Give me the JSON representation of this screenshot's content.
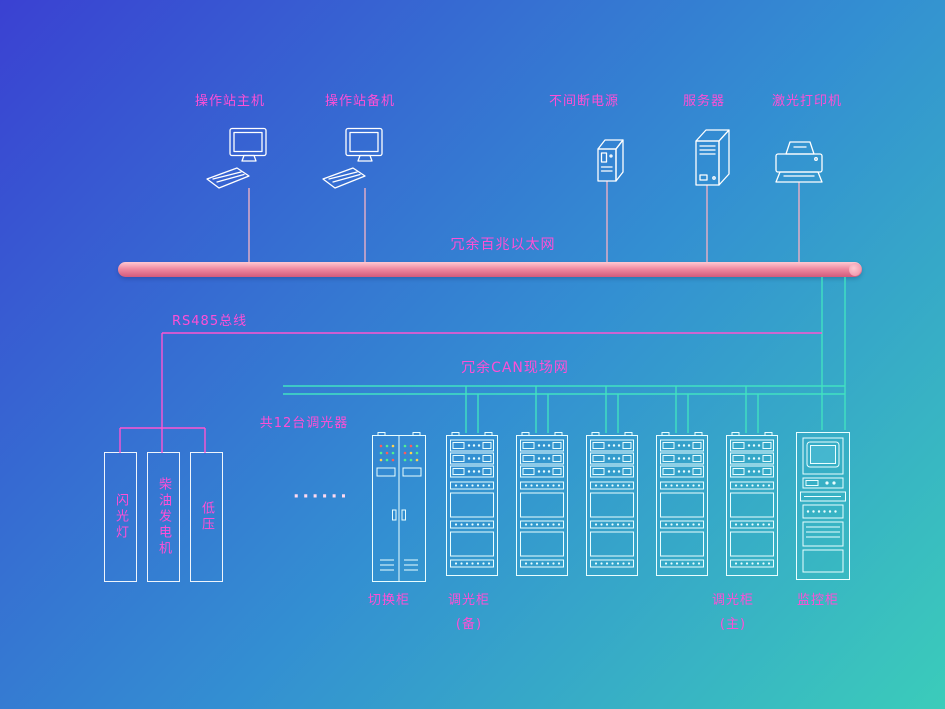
{
  "diagram": {
    "top_devices": [
      {
        "id": "operator-station-main",
        "label": "操作站主机",
        "icon": "workstation-icon"
      },
      {
        "id": "operator-station-backup",
        "label": "操作站备机",
        "icon": "workstation-icon"
      },
      {
        "id": "ups",
        "label": "不间断电源",
        "icon": "ups-icon"
      },
      {
        "id": "server",
        "label": "服务器",
        "icon": "server-icon"
      },
      {
        "id": "laser-printer",
        "label": "激光打印机",
        "icon": "printer-icon"
      }
    ],
    "buses": {
      "ethernet": "冗余百兆以太网",
      "rs485": "RS485总线",
      "can": "冗余CAN现场网"
    },
    "annotations": {
      "dimmer_count": "共12台调光器",
      "ellipsis": "······"
    },
    "left_panels": [
      "闪光灯",
      "柴油发电机",
      "低压"
    ],
    "cabinets": [
      {
        "label": "切换柜",
        "sublabel": ""
      },
      {
        "label": "调光柜",
        "sublabel": "(备)"
      },
      {
        "label": "",
        "sublabel": ""
      },
      {
        "label": "",
        "sublabel": ""
      },
      {
        "label": "",
        "sublabel": ""
      },
      {
        "label": "调光柜",
        "sublabel": "(主)"
      },
      {
        "label": "监控柜",
        "sublabel": ""
      }
    ],
    "colors": {
      "bg_top_left": "#3a41d2",
      "bg_mid": "#338fd2",
      "bg_bottom_right": "#3bccba",
      "label": "#ff4fd6",
      "device_line": "#eab0c6",
      "rs485_line": "#ff55d2",
      "can_line": "#41e2c1",
      "bus_hi": "#ffc9d2",
      "bus_mid": "#ef8ba2",
      "bus_lo": "#d25a7c",
      "cabinet_stroke": "#e9feff"
    }
  }
}
